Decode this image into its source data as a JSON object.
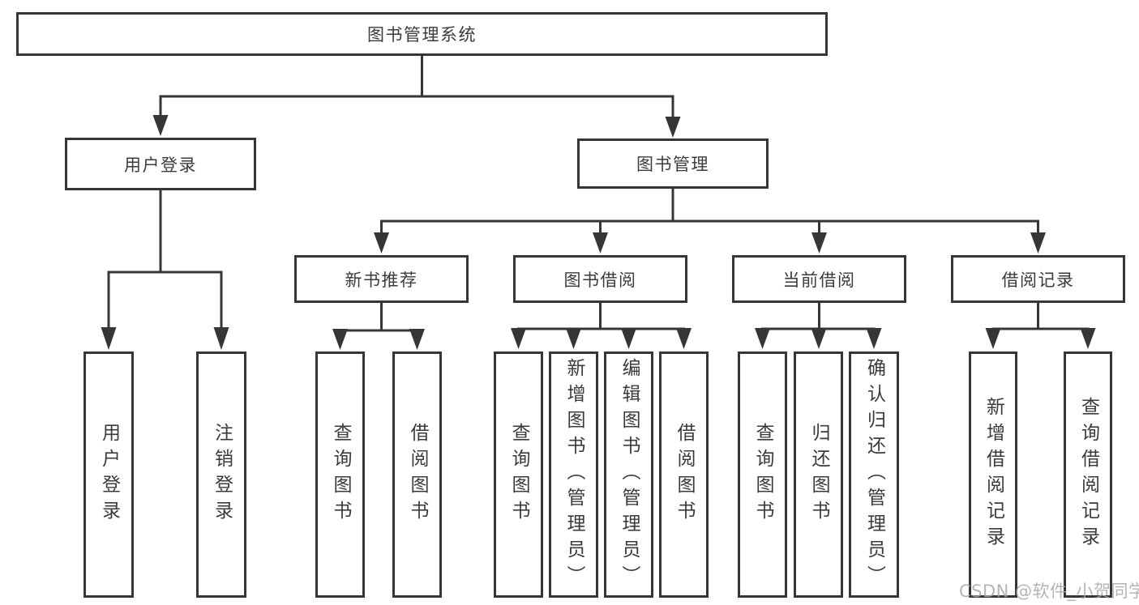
{
  "tree": {
    "root": "图书管理系统",
    "branches": [
      {
        "label": "用户登录",
        "children": [
          "用户登录",
          "注销登录"
        ]
      },
      {
        "label": "图书管理",
        "groups": [
          {
            "label": "新书推荐",
            "children": [
              "查询图书",
              "借阅图书"
            ]
          },
          {
            "label": "图书借阅",
            "children": [
              "查询图书",
              "新增图书（管理员）",
              "编辑图书（管理员）",
              "借阅图书"
            ]
          },
          {
            "label": "当前借阅",
            "children": [
              "查询图书",
              "归还图书",
              "确认归还（管理员）"
            ]
          },
          {
            "label": "借阅记录",
            "children": [
              "新增借阅记录",
              "查询借阅记录"
            ]
          }
        ]
      }
    ]
  },
  "watermark": "CSDN @软件_小贺同学",
  "colors": {
    "line": "#363636",
    "text": "#3b3b3b",
    "watermark": "#a8a8a8",
    "background": "#ffffff"
  }
}
